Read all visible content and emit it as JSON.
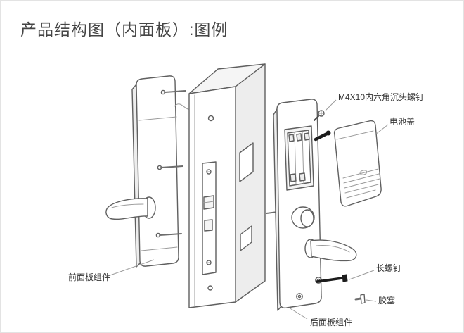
{
  "title": "产品结构图（内面板）:图例",
  "labels": {
    "front_panel": "前面板组件",
    "rear_panel": "后面板组件",
    "screw_m4x10": "M4X10内六角沉头螺钉",
    "battery_cover": "电池盖",
    "long_screw": "长螺钉",
    "rubber_plug": "胶塞"
  },
  "colors": {
    "line": "#5f5f5f",
    "label_text": "#333333",
    "title_text": "#454545",
    "background": "#ffffff",
    "black_parts": "#1c1c1c"
  }
}
